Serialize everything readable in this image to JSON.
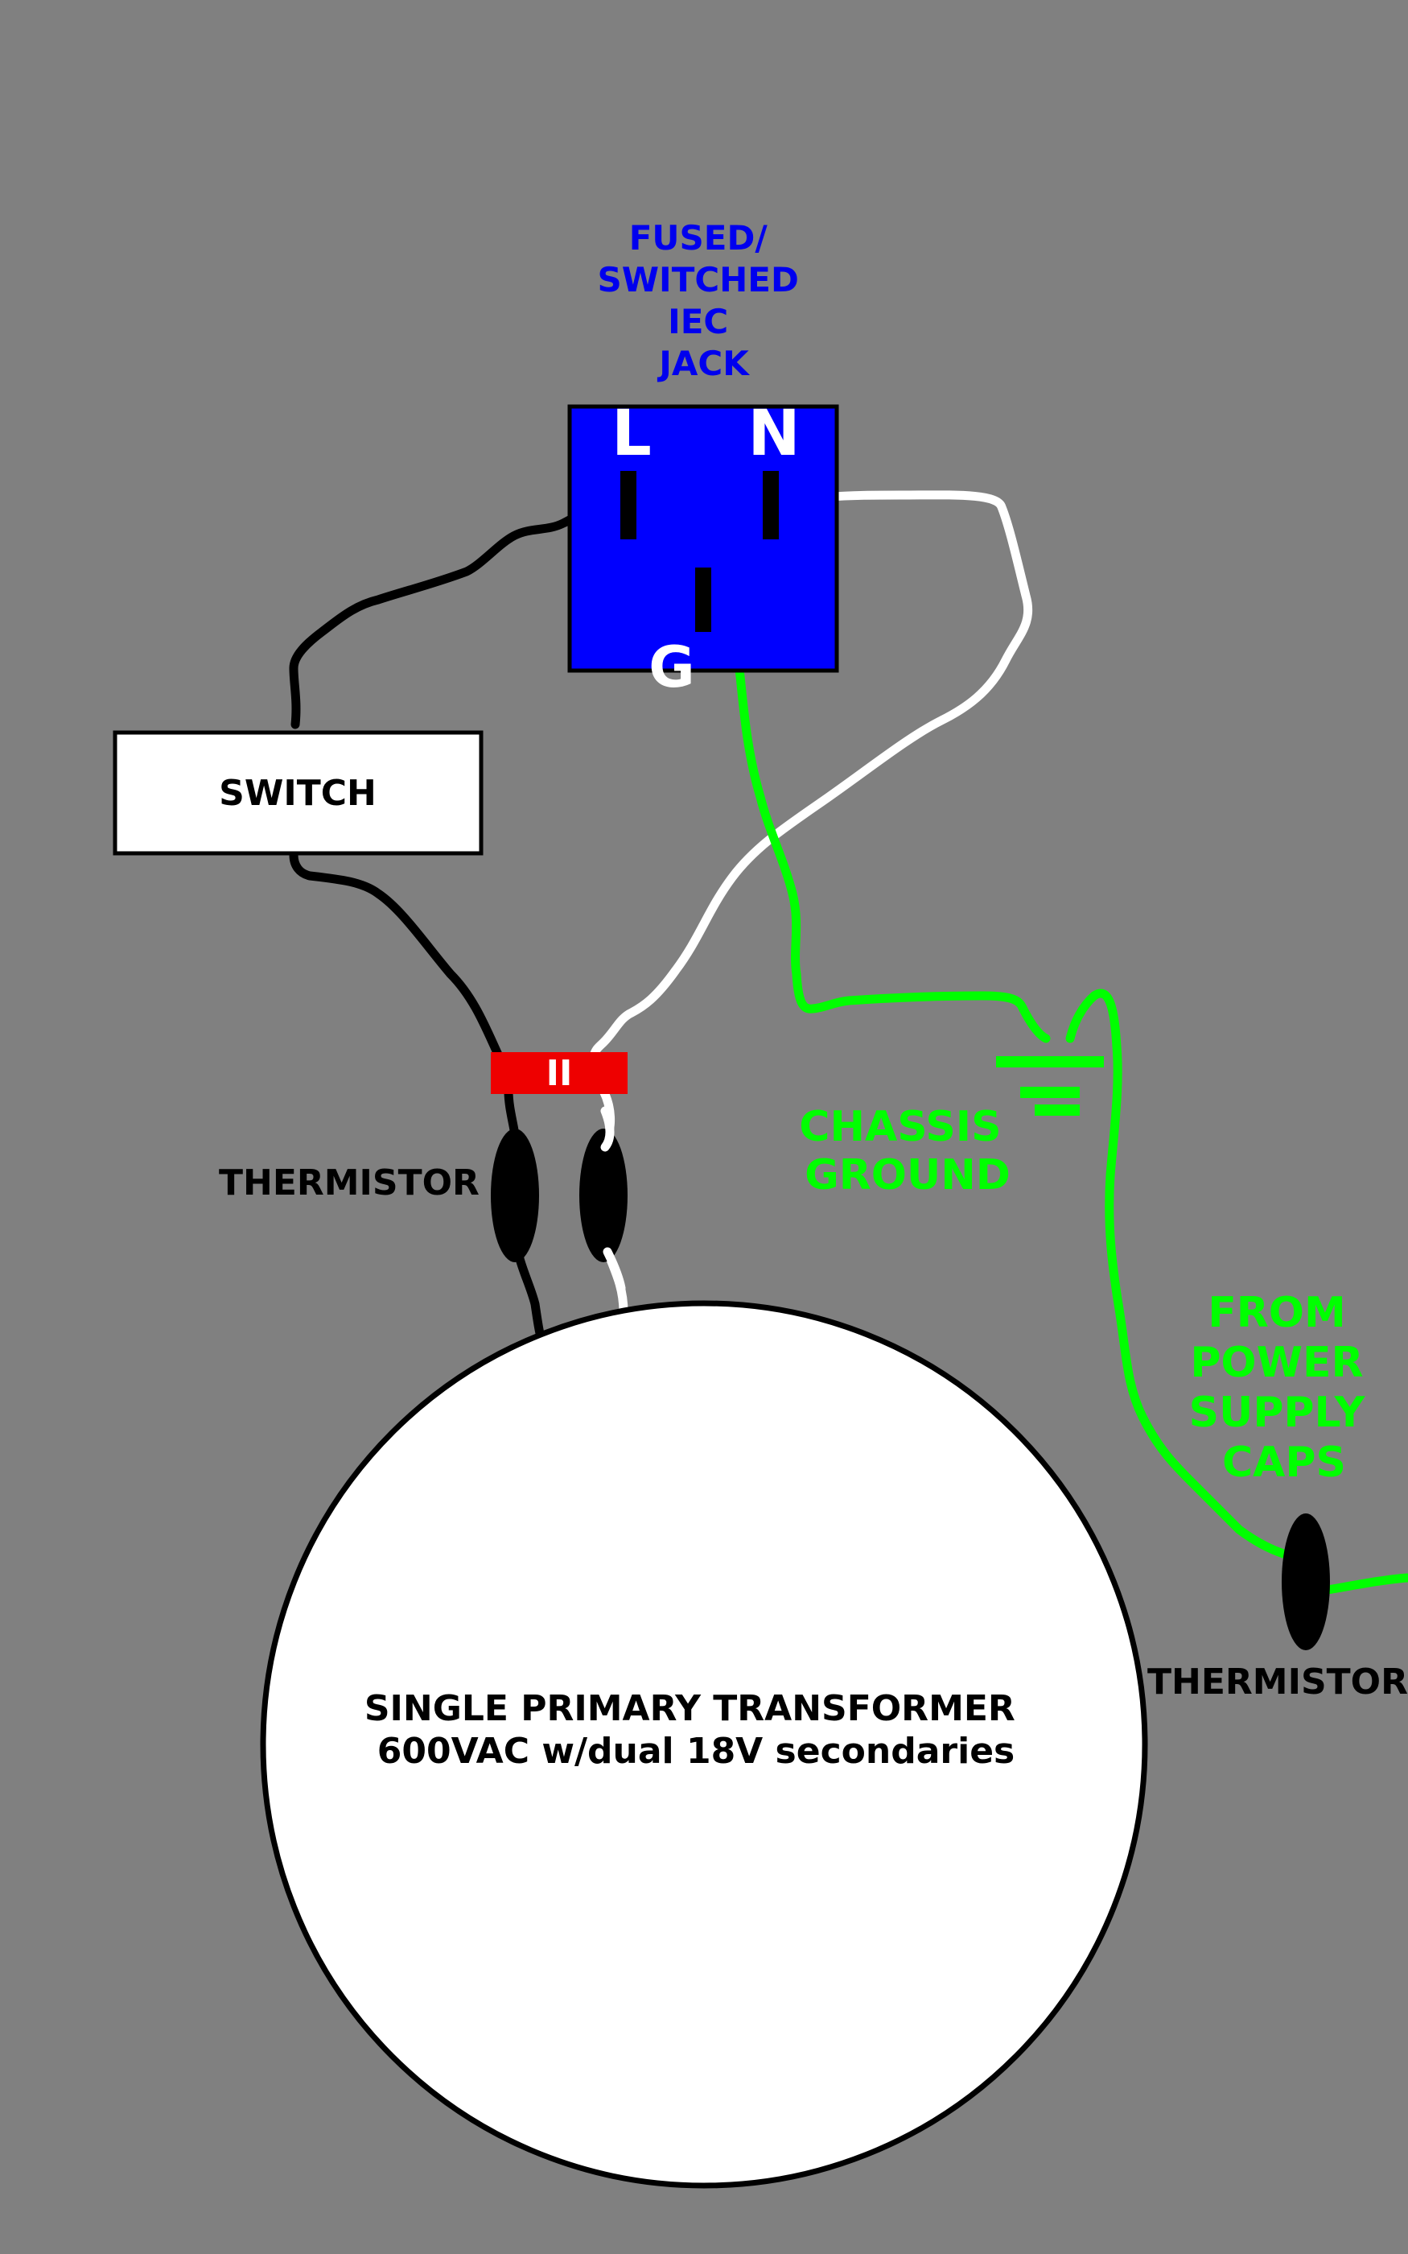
{
  "iec_jack": {
    "label_lines": [
      "FUSED/",
      "SWITCHED",
      "IEC",
      "JACK"
    ],
    "terminal_line": "L",
    "terminal_neutral": "N",
    "terminal_ground": "G"
  },
  "switch": {
    "label": "SWITCH"
  },
  "connector": {
    "label": "II"
  },
  "thermistor_primary": {
    "label": "THERMISTOR"
  },
  "thermistor_ground": {
    "label": "THERMISTOR"
  },
  "chassis_ground": {
    "label_lines": [
      "CHASSIS",
      "GROUND"
    ]
  },
  "from_psu": {
    "label_lines": [
      "FROM",
      "POWER",
      "SUPPLY",
      "CAPS"
    ]
  },
  "transformer": {
    "label_line1": "SINGLE PRIMARY TRANSFORMER",
    "label_line2": "600VAC w/dual 18V secondaries"
  },
  "colors": {
    "background": "#808080",
    "jack_fill": "#0000ff",
    "label_blue": "#0000ee",
    "ground_green": "#00ff00",
    "connector_red": "#ee0000"
  }
}
